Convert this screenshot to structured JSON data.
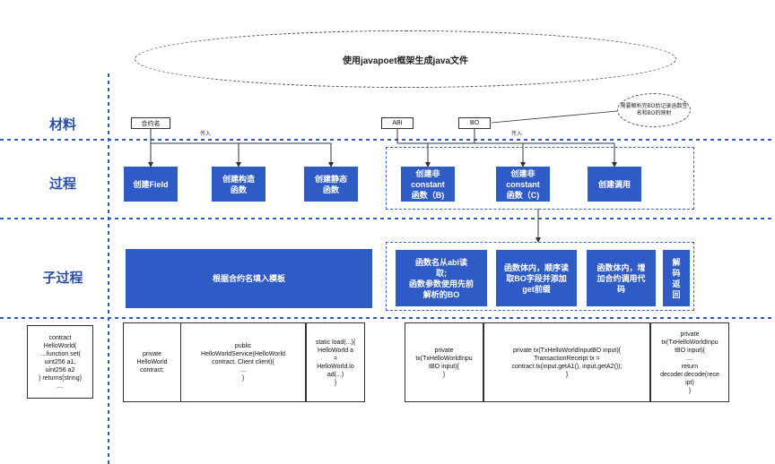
{
  "title": "使用javapoet框架生成java文件",
  "bo_note": "需要解析完BO后记录函数签名和BO的映射",
  "rows": {
    "materials": "材料",
    "process": "过程",
    "subprocess": "子过程"
  },
  "materials": {
    "contract_name": "合约名",
    "abi": "ABI",
    "bo": "BO",
    "input_left": "传入",
    "input_right": "传入"
  },
  "process": {
    "create_field": "创建Field",
    "create_constructor": "创建构造\n函数",
    "create_static": "创建静态\n函数",
    "create_non_constant_b": "创建非\nconstant\n函数（B)",
    "create_non_constant_c": "创建非\nconstant\n函数（C)",
    "create_call": "创建调用"
  },
  "subprocess": {
    "fill_template": "根据合约名填入模板",
    "read_abi": "函数名从abi读\n取;\n函数参数使用先前\n解析的BO",
    "read_bo_fields": "函数体内，顺序读\n取BO字段并添加\nget前缀",
    "add_call_code": "函数体内，增\n加合约调用代\n码",
    "decode_return": "解\n码\n返\n回"
  },
  "code": {
    "contract": "contract\nHelloWorld(\n....function set(\nuint256 a1,\nuint256 a2\n) returns(string)\n....",
    "field": "private\nHelloWorld\ncontract;",
    "constructor": "public\nHelloWorldService(HelloWorld\ncontract, Client client){\n....\n}",
    "static_load": "static load(...){\nHelloWorld a\n=\nHelloWorld.lo\nad(...)\n}",
    "tx_b": "private\ntx(TxHelloWorldInpu\ntBO input){\n}",
    "tx_c": "private tx(TxHelloWorldInputBO input){\nTransactionReceipt tx =\ncontract.tx(input.getA1(), input.getA2());\n}",
    "tx_return": "private\ntx(TxHelloWorldInpu\ntBO input){\n....\nreturn\ndecoder.decode(rece\nipt)\n}"
  },
  "colors": {
    "block_blue": "#2f5bc6",
    "label_blue": "#2a4fa8",
    "divider_blue": "#2f5bc6"
  }
}
